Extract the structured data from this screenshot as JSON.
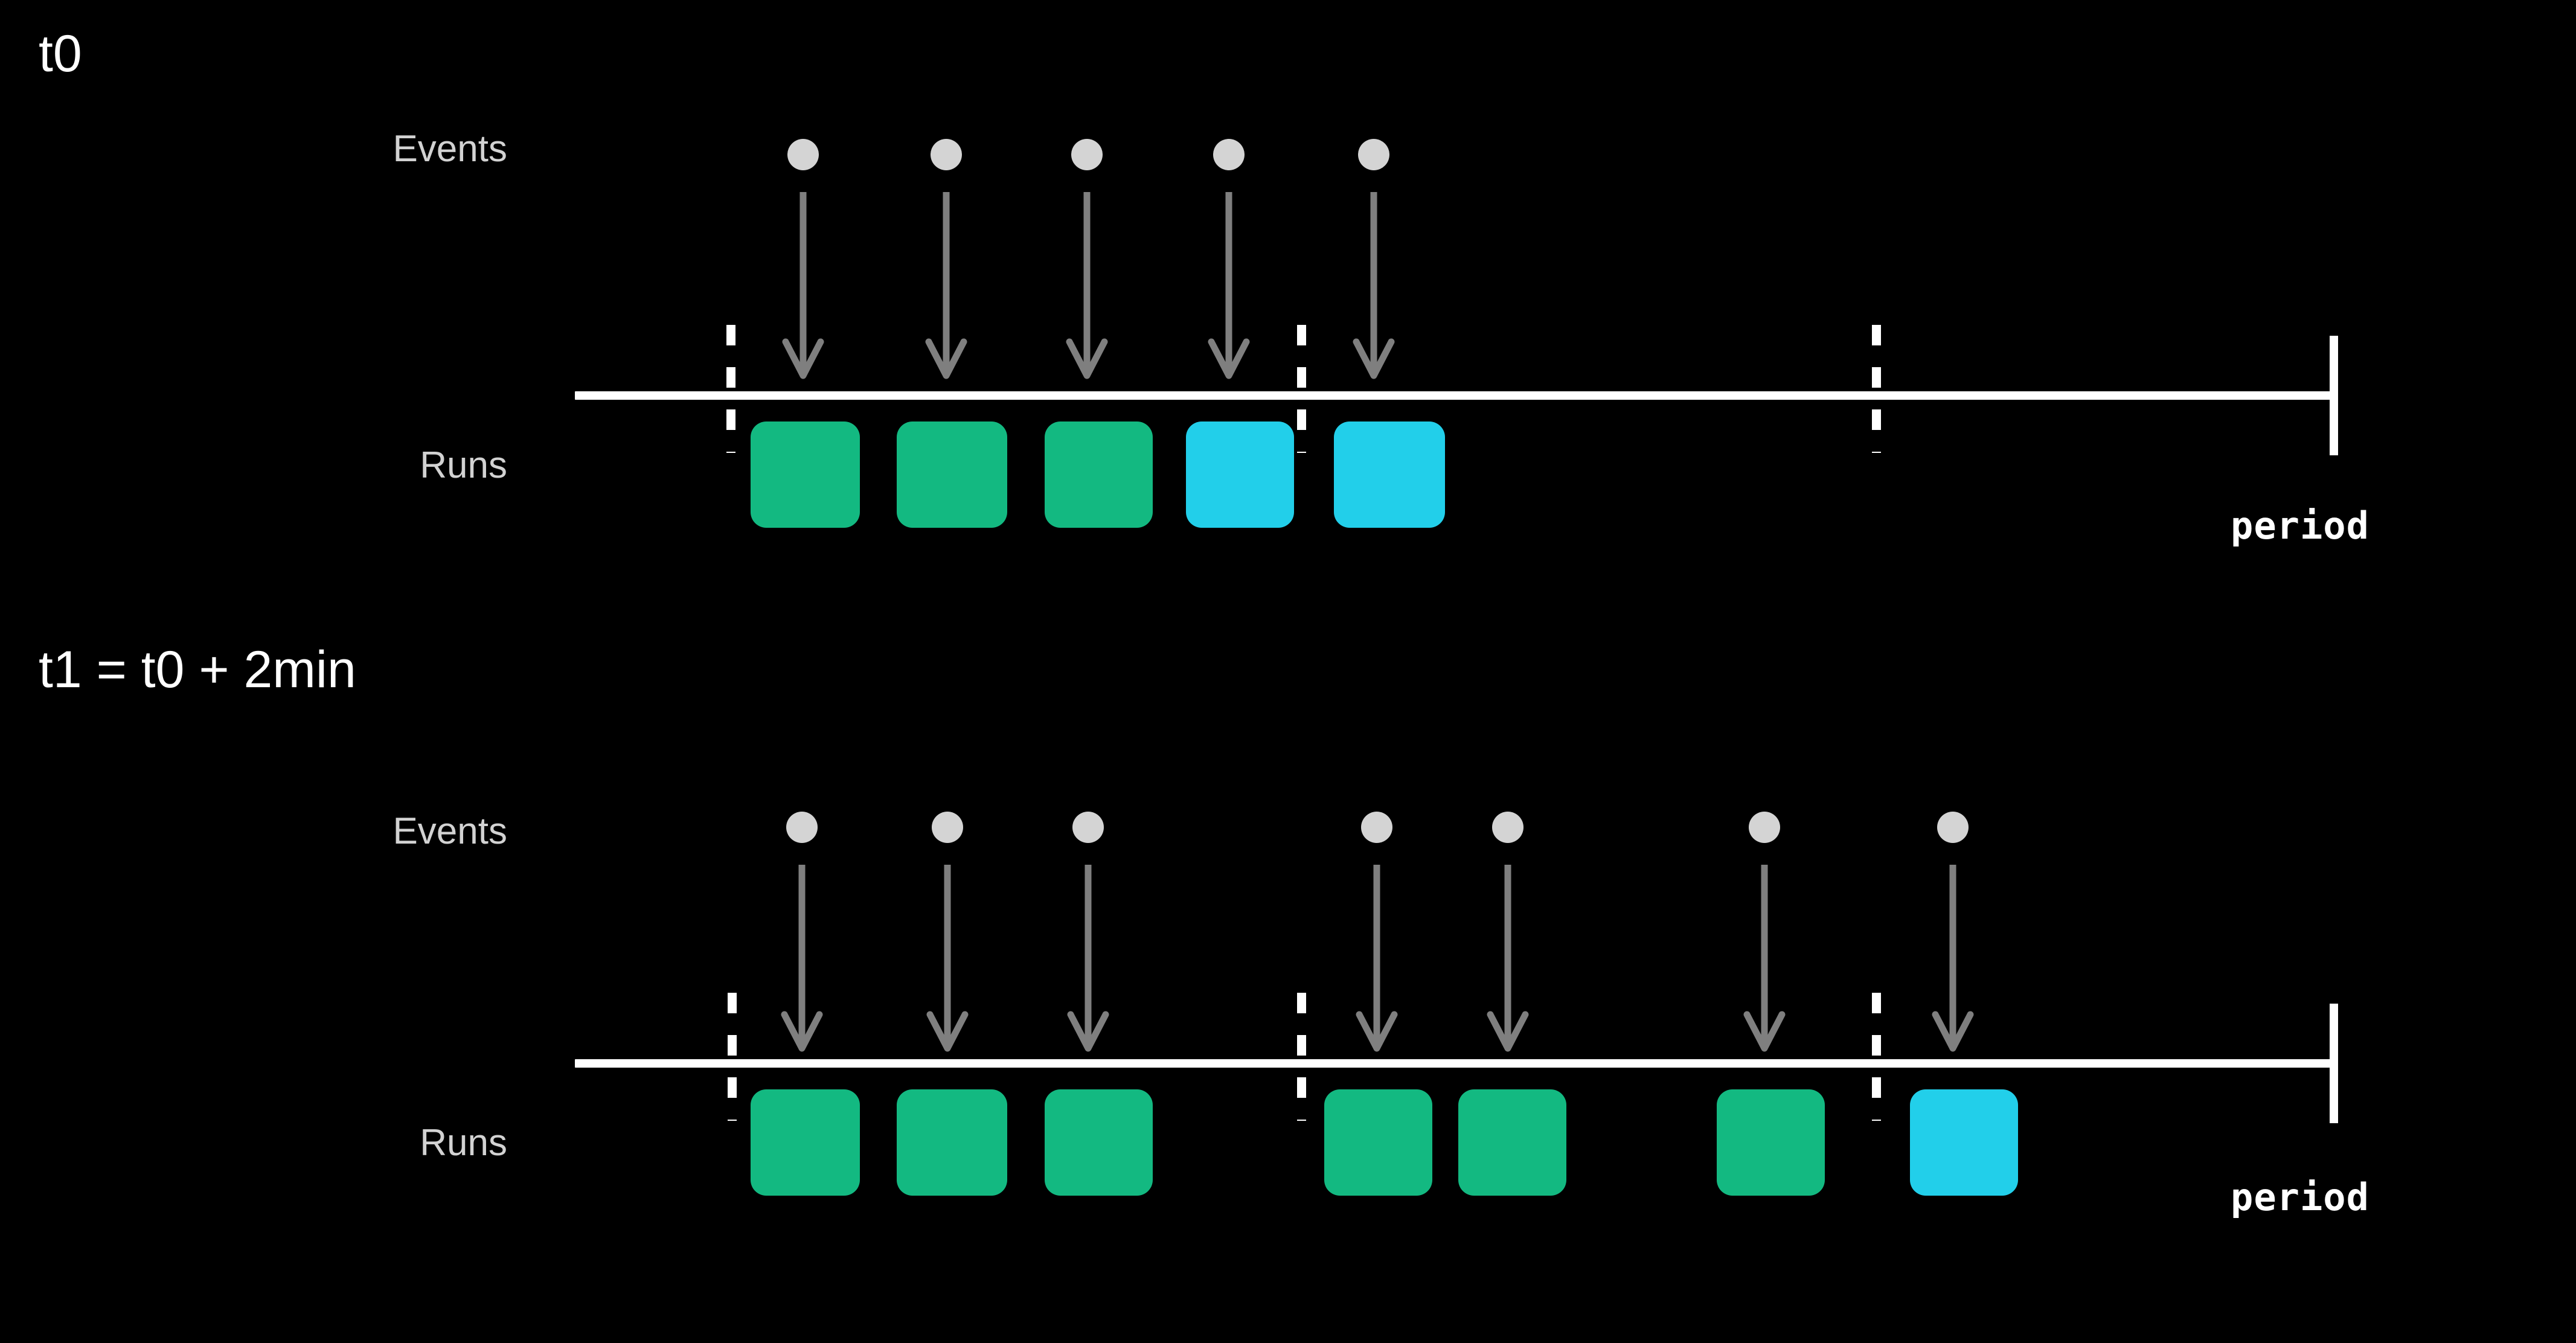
{
  "meta": {
    "background_color": "#000000",
    "accent_green": "#13b981",
    "accent_cyan": "#22cfea",
    "dot_color": "#d4d4d4",
    "arrow_color": "#7f7f7f",
    "axis_color": "#ffffff",
    "label_color": "#d2d2d2",
    "title_color": "#ffffff"
  },
  "sections": [
    {
      "title": "t0",
      "events_label": "Events",
      "runs_label": "Runs",
      "period_label": "period",
      "events": [
        {
          "x": 1330
        },
        {
          "x": 1567
        },
        {
          "x": 1800
        },
        {
          "x": 2035
        },
        {
          "x": 2275
        }
      ],
      "boundaries": [
        {
          "x": 1210
        },
        {
          "x": 2155
        },
        {
          "x": 3107
        }
      ],
      "runs": [
        {
          "x": 1243,
          "w": 181,
          "color": "#13b981"
        },
        {
          "x": 1485,
          "w": 183,
          "color": "#13b981"
        },
        {
          "x": 1730,
          "w": 179,
          "color": "#13b981"
        },
        {
          "x": 1964,
          "w": 179,
          "color": "#22cfea"
        },
        {
          "x": 2209,
          "w": 184,
          "color": "#22cfea"
        }
      ]
    },
    {
      "title": "t1 = t0 + 2min",
      "events_label": "Events",
      "runs_label": "Runs",
      "period_label": "period",
      "events": [
        {
          "x": 1328
        },
        {
          "x": 1569
        },
        {
          "x": 1802
        },
        {
          "x": 2280
        },
        {
          "x": 2497
        },
        {
          "x": 2922
        },
        {
          "x": 3234
        }
      ],
      "boundaries": [
        {
          "x": 1212
        },
        {
          "x": 2155
        },
        {
          "x": 3107
        }
      ],
      "runs": [
        {
          "x": 1243,
          "w": 181,
          "color": "#13b981"
        },
        {
          "x": 1485,
          "w": 183,
          "color": "#13b981"
        },
        {
          "x": 1730,
          "w": 179,
          "color": "#13b981"
        },
        {
          "x": 2193,
          "w": 179,
          "color": "#13b981"
        },
        {
          "x": 2415,
          "w": 179,
          "color": "#13b981"
        },
        {
          "x": 2843,
          "w": 179,
          "color": "#13b981"
        },
        {
          "x": 3163,
          "w": 179,
          "color": "#22cfea"
        }
      ]
    }
  ],
  "chart_data": {
    "type": "diagram",
    "title": "Cron period / run scheduling timeline",
    "axis_start_x": 952,
    "axis_end_x": 3865,
    "series": [
      {
        "name": "t0",
        "event_count": 5,
        "run_colors": [
          "green",
          "green",
          "green",
          "cyan",
          "cyan"
        ]
      },
      {
        "name": "t1 = t0 + 2min",
        "event_count": 7,
        "run_colors": [
          "green",
          "green",
          "green",
          "green",
          "green",
          "green",
          "cyan"
        ]
      }
    ]
  }
}
